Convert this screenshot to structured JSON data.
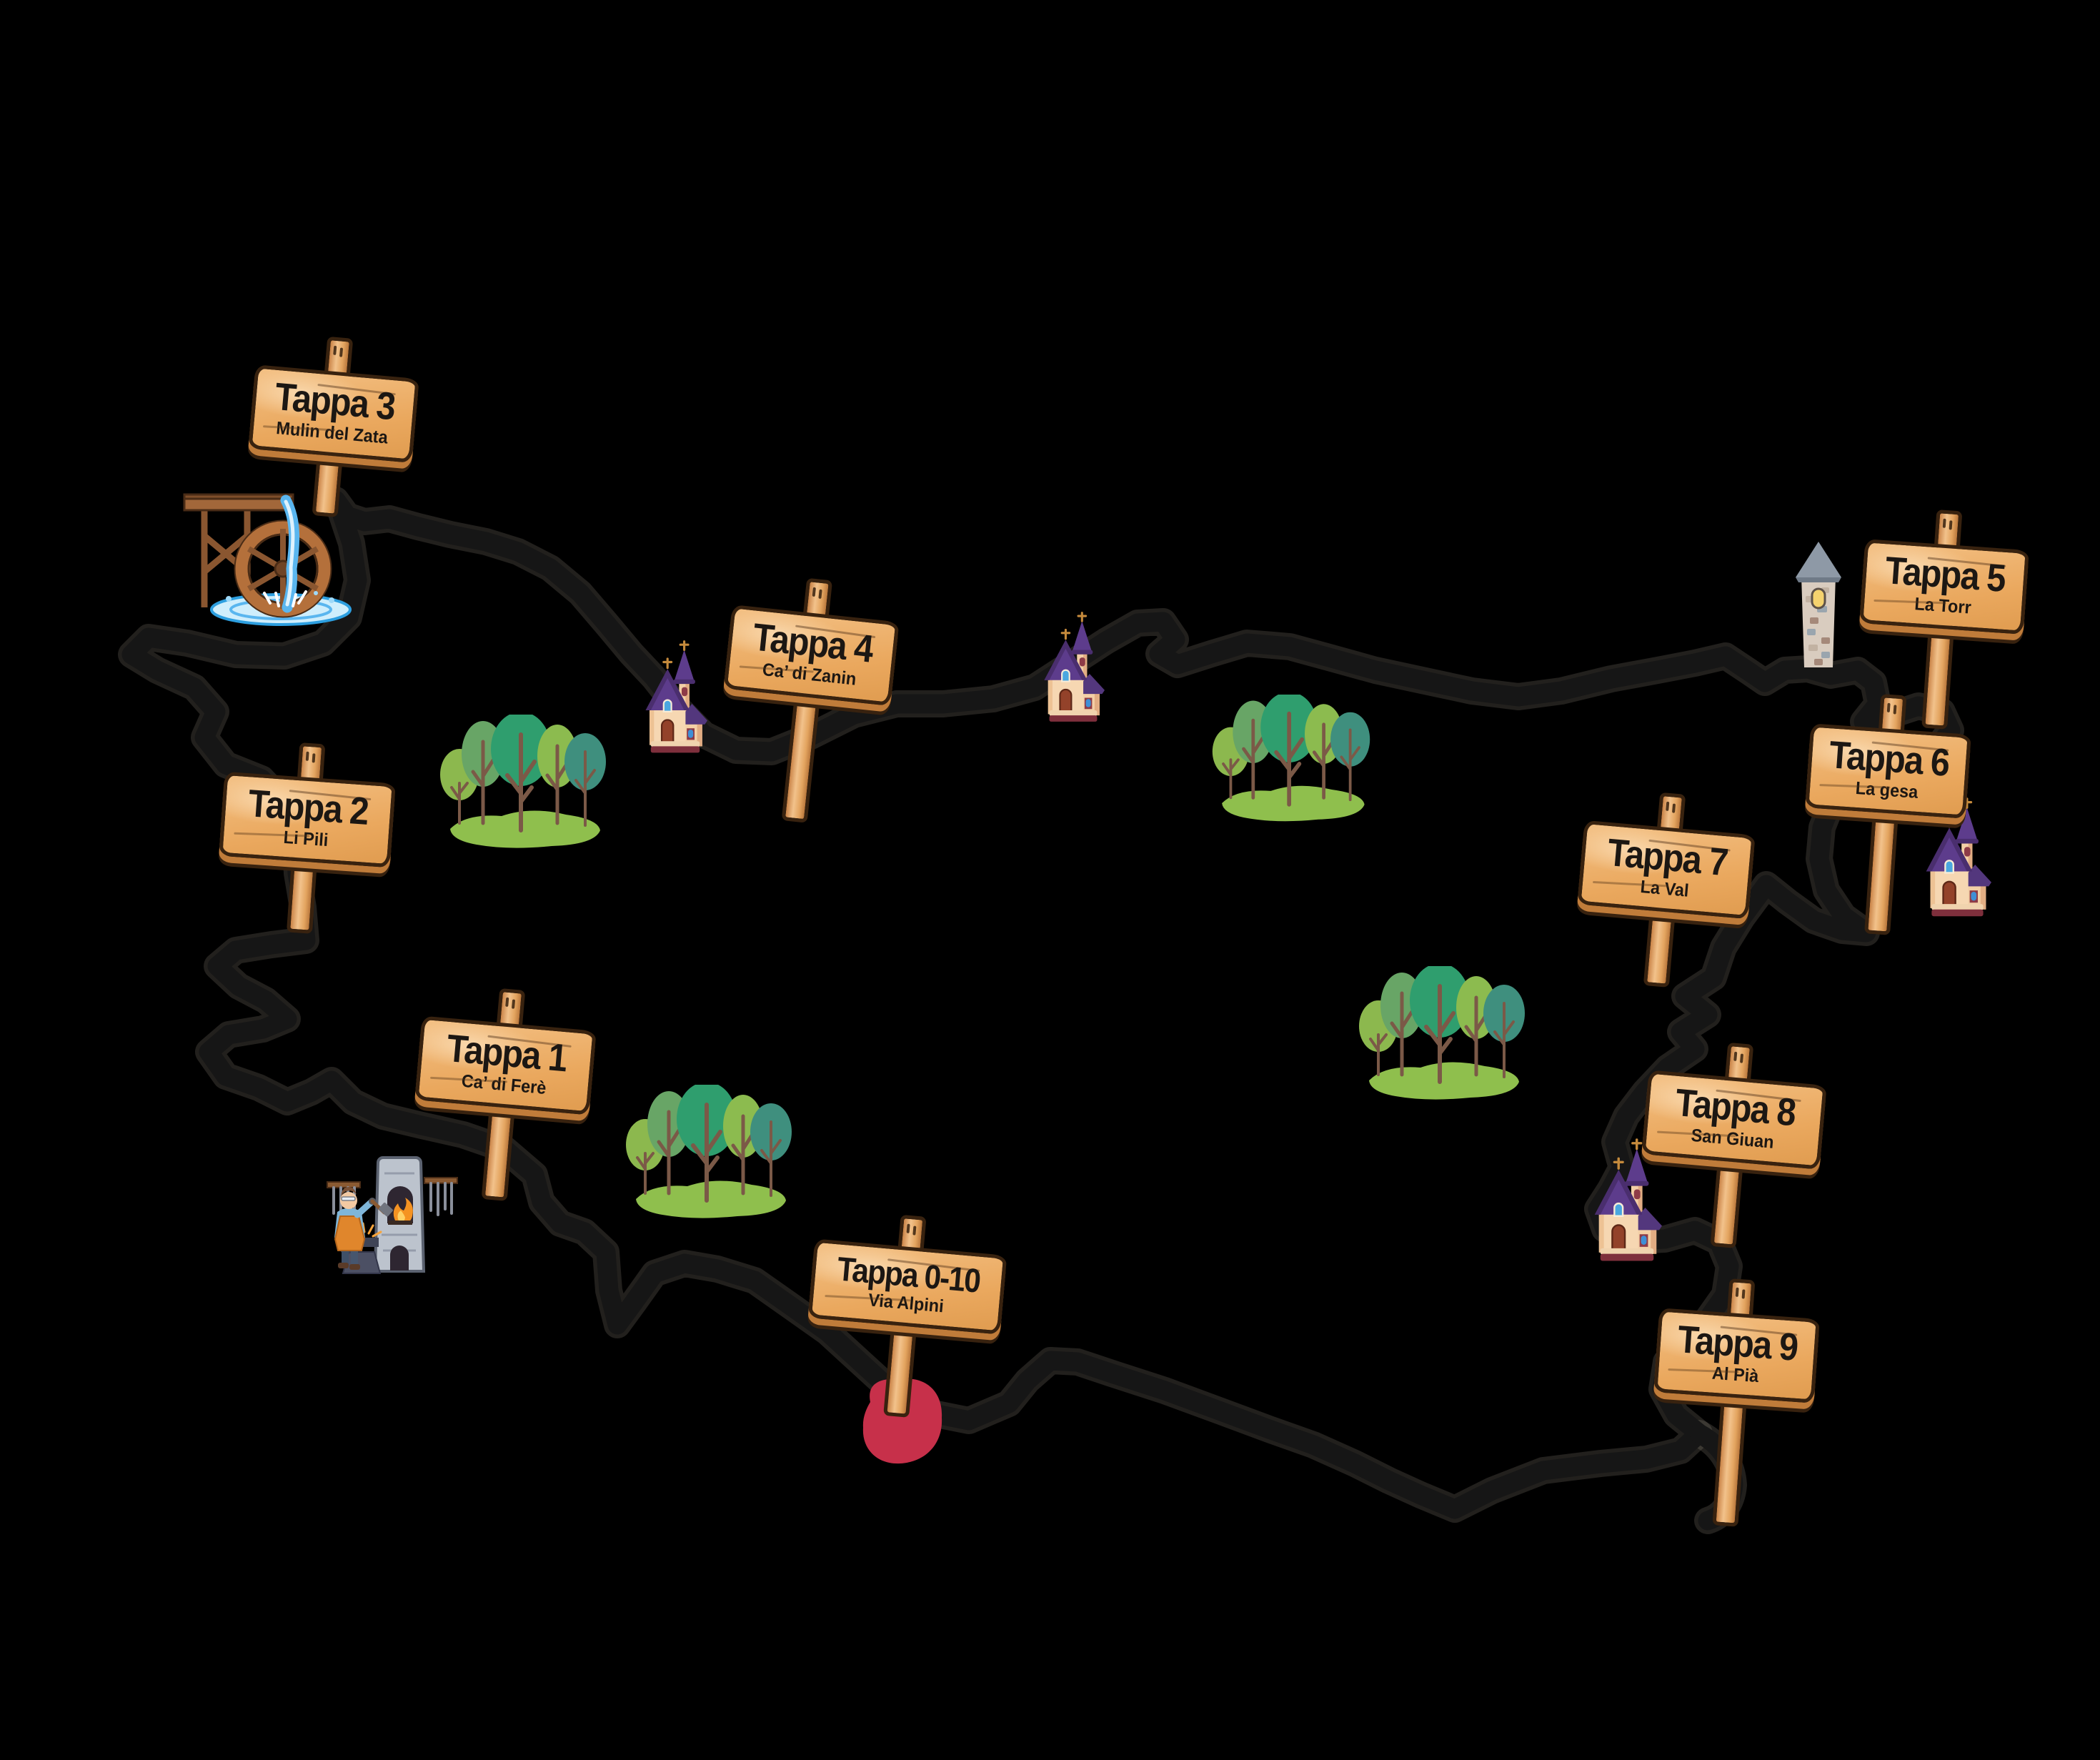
{
  "map": {
    "background": "#000000",
    "trail_color": "#161616",
    "sign_wood_color": "#eeb173",
    "sign_outline_color": "#38220f",
    "sign_text_color": "#1c1713",
    "start_marker_color": "#c7304a",
    "grass_color": "#8fbf4d"
  },
  "stops": [
    {
      "id": "tappa-1",
      "title": "Tappa 1",
      "subtitle": "Ca’ di Ferè"
    },
    {
      "id": "tappa-2",
      "title": "Tappa 2",
      "subtitle": "Li Pili"
    },
    {
      "id": "tappa-3",
      "title": "Tappa 3",
      "subtitle": "Mulin del Zata"
    },
    {
      "id": "tappa-4",
      "title": "Tappa 4",
      "subtitle": "Ca’ di Zanin"
    },
    {
      "id": "tappa-5",
      "title": "Tappa 5",
      "subtitle": "La Torr"
    },
    {
      "id": "tappa-6",
      "title": "Tappa 6",
      "subtitle": "La gesa"
    },
    {
      "id": "tappa-7",
      "title": "Tappa 7",
      "subtitle": "La Val"
    },
    {
      "id": "tappa-8",
      "title": "Tappa 8",
      "subtitle": "San Giuan"
    },
    {
      "id": "tappa-9",
      "title": "Tappa 9",
      "subtitle": "Al Pià"
    },
    {
      "id": "tappa-0-10",
      "title": "Tappa 0-10",
      "subtitle": "Via Alpini"
    }
  ],
  "icons": {
    "watermill": "watermill-icon",
    "church": "church-icon",
    "stone_tower": "stone-tower-icon",
    "forest": "forest-icon",
    "blacksmith_forge": "blacksmith-forge-icon",
    "start_marker": "start-marker-icon"
  }
}
